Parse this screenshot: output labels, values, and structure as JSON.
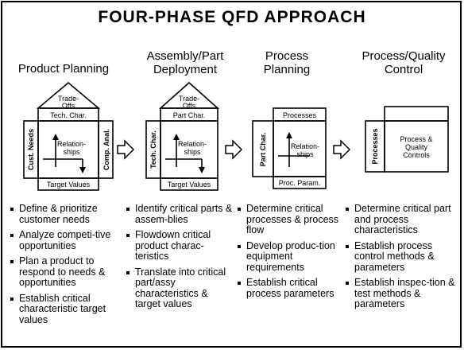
{
  "title": "FOUR-PHASE QFD APPROACH",
  "phases": [
    {
      "heading_line1": "Product Planning",
      "heading_line2": "",
      "diagram": {
        "roof": "Trade-Offs",
        "top": "Tech. Char.",
        "left": "Cust. Needs",
        "center": "Relation-ships",
        "right": "Comp. Anal.",
        "bottom": "Target Values"
      },
      "bullets": [
        "Define & prioritize customer needs",
        "Analyze competi-tive opportunities",
        "Plan a product to respond to needs & opportunities",
        "Establish critical characteristic target values"
      ]
    },
    {
      "heading_line1": "Assembly/Part",
      "heading_line2": "Deployment",
      "diagram": {
        "roof": "Trade-Offs",
        "top": "Part Char.",
        "left": "Tech. Char.",
        "center": "Relation-ships",
        "bottom": "Target Values"
      },
      "bullets": [
        "Identify critical parts & assem-blies",
        "Flowdown critical product charac-teristics",
        "Translate into critical part/assy characteristics & target values"
      ]
    },
    {
      "heading_line1": "Process",
      "heading_line2": "Planning",
      "diagram": {
        "top": "Processes",
        "left": "Part Char.",
        "center": "Relation-ships",
        "bottom": "Proc. Param."
      },
      "bullets": [
        "Determine critical processes & process flow",
        "Develop produc-tion equipment requirements",
        "Establish critical process parameters"
      ]
    },
    {
      "heading_line1": "Process/Quality",
      "heading_line2": "Control",
      "diagram": {
        "left": "Processes",
        "center": "Process & Quality Controls"
      },
      "bullets": [
        "Determine critical part and process characteristics",
        "Establish process control methods & parameters",
        "Establish inspec-tion & test methods & parameters"
      ]
    }
  ]
}
